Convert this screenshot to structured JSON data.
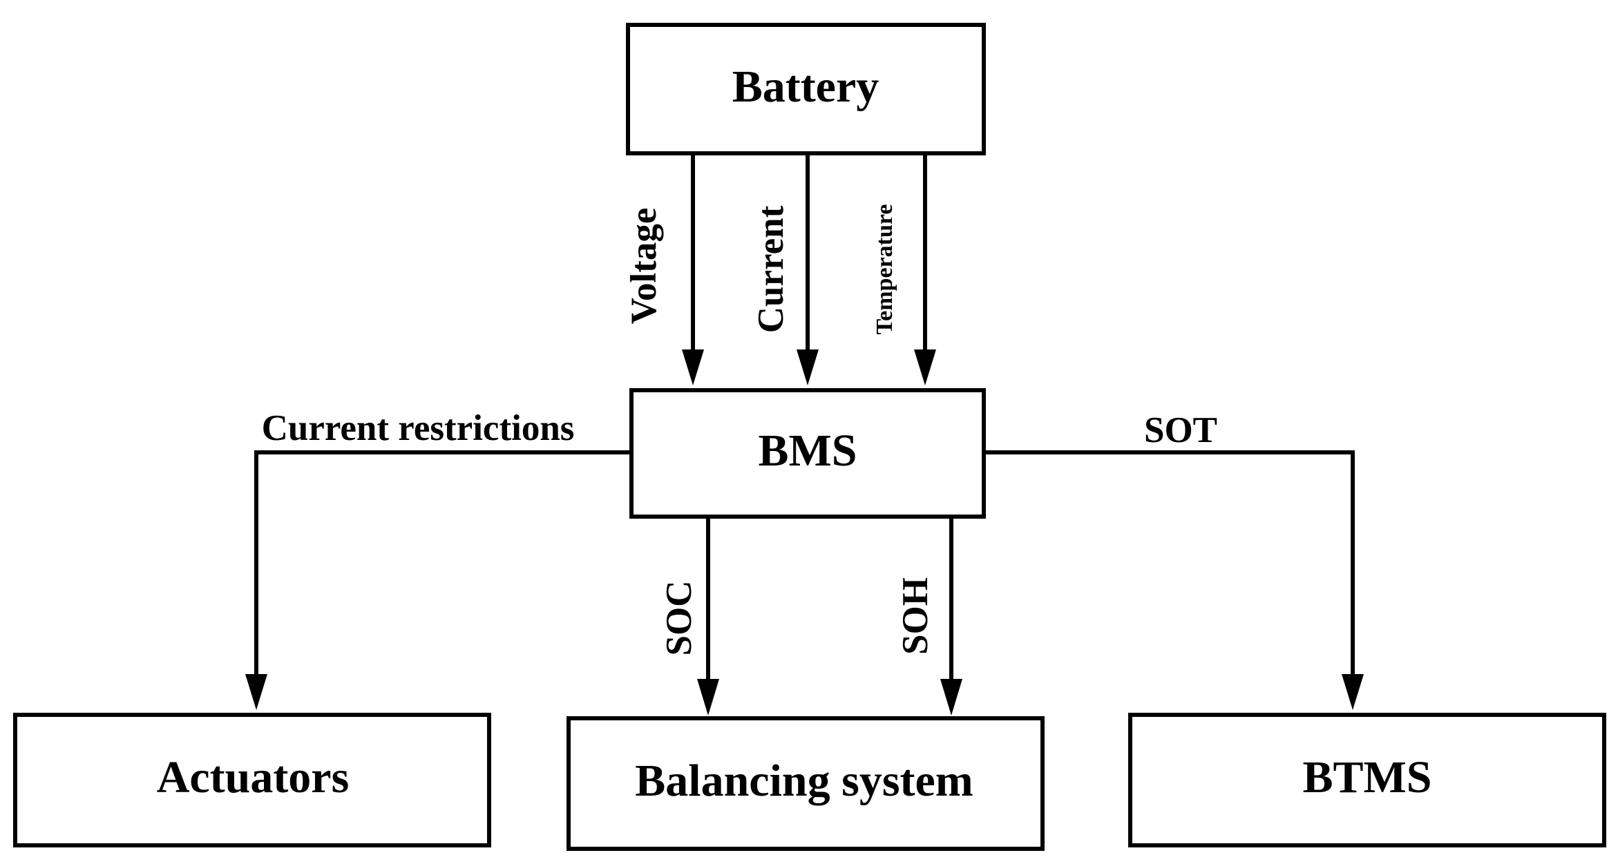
{
  "nodes": {
    "battery": "Battery",
    "bms": "BMS",
    "actuators": "Actuators",
    "balancing": "Balancing system",
    "btms": "BTMS"
  },
  "edges": {
    "voltage": "Voltage",
    "current": "Current",
    "temperature": "Temperature",
    "current_restrictions": "Current restrictions",
    "sot": "SOT",
    "soc": "SOC",
    "soh": "SOH"
  }
}
